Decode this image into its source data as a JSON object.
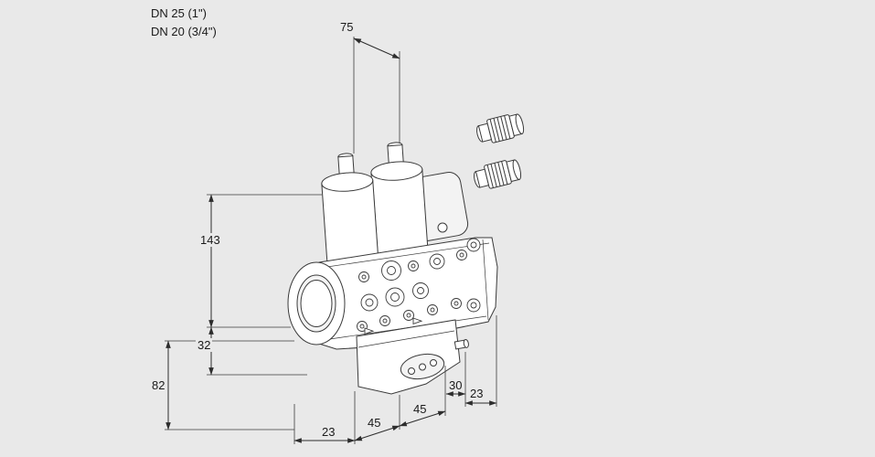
{
  "page": {
    "background": "#e9e9e9"
  },
  "connection_labels": {
    "line1": "DN 25 (1\")",
    "line2": "DN 20 (3/4\")"
  },
  "dimensions": {
    "top_width": "75",
    "height_body": "143",
    "height_flange_offset": "32",
    "height_base": "82",
    "bottom_left": "23",
    "bottom_mid_left": "45",
    "bottom_mid_right": "45",
    "right_inner": "30",
    "right_outer": "23"
  }
}
